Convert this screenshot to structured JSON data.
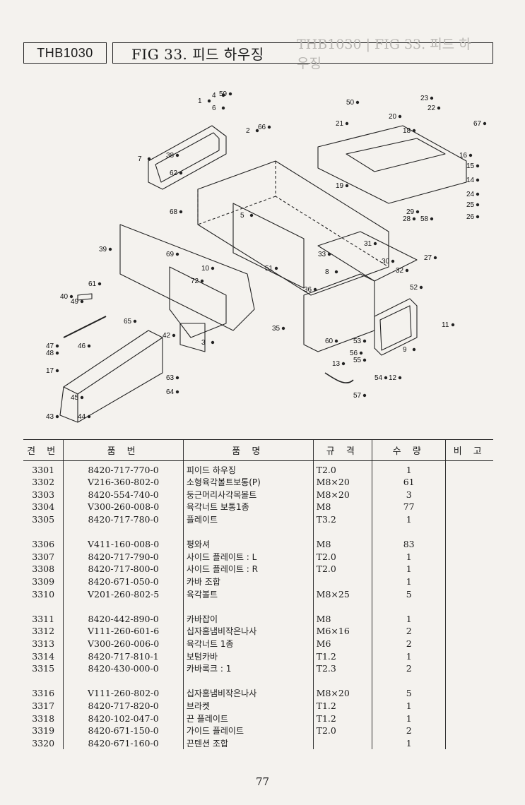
{
  "header": {
    "model": "THB1030",
    "title": "FIG 33. 피드 하우징",
    "ghost_title": "THB1030 | FIG 33. 피드 하우징"
  },
  "diagram": {
    "callouts": [
      "1",
      "2",
      "3",
      "4",
      "5",
      "6",
      "7",
      "8",
      "9",
      "10",
      "11",
      "12",
      "13",
      "14",
      "15",
      "16",
      "17",
      "18",
      "19",
      "20",
      "21",
      "22",
      "23",
      "24",
      "25",
      "26",
      "27",
      "28",
      "29",
      "30",
      "31",
      "32",
      "33",
      "35",
      "36",
      "38",
      "39",
      "40",
      "42",
      "43",
      "44",
      "45",
      "46",
      "47",
      "48",
      "49",
      "50",
      "51",
      "52",
      "53",
      "54",
      "55",
      "56",
      "57",
      "58",
      "59",
      "60",
      "61",
      "62",
      "63",
      "64",
      "65",
      "66",
      "67",
      "68",
      "69",
      "72"
    ]
  },
  "table": {
    "headers": {
      "no": "견 번",
      "part_no": "품 번",
      "name": "품 명",
      "spec": "규 격",
      "qty": "수 량",
      "remarks": "비 고"
    },
    "groups": [
      [
        {
          "no": "3301",
          "part_no": "8420-717-770-0",
          "name": "피이드 하우징",
          "spec": "T2.0",
          "qty": "1"
        },
        {
          "no": "3302",
          "part_no": "V216-360-802-0",
          "name": "소형육각볼트보통(P)",
          "spec": "M8×20",
          "qty": "61"
        },
        {
          "no": "3303",
          "part_no": "8420-554-740-0",
          "name": "둥근머리사각목볼트",
          "spec": "M8×20",
          "qty": "3"
        },
        {
          "no": "3304",
          "part_no": "V300-260-008-0",
          "name": "육각너트 보통1종",
          "spec": "M8",
          "qty": "77"
        },
        {
          "no": "3305",
          "part_no": "8420-717-780-0",
          "name": "플레이트",
          "spec": "T3.2",
          "qty": "1"
        }
      ],
      [
        {
          "no": "3306",
          "part_no": "V411-160-008-0",
          "name": "평와셔",
          "spec": "M8",
          "qty": "83"
        },
        {
          "no": "3307",
          "part_no": "8420-717-790-0",
          "name": "사이드 플레이트 : L",
          "spec": "T2.0",
          "qty": "1"
        },
        {
          "no": "3308",
          "part_no": "8420-717-800-0",
          "name": "사이드 플레이트 : R",
          "spec": "T2.0",
          "qty": "1"
        },
        {
          "no": "3309",
          "part_no": "8420-671-050-0",
          "name": "카바 조합",
          "spec": "",
          "qty": "1"
        },
        {
          "no": "3310",
          "part_no": "V201-260-802-5",
          "name": "육각볼트",
          "spec": "M8×25",
          "qty": "5"
        }
      ],
      [
        {
          "no": "3311",
          "part_no": "8420-442-890-0",
          "name": "카바잡이",
          "spec": "M8",
          "qty": "1"
        },
        {
          "no": "3312",
          "part_no": "V111-260-601-6",
          "name": "십자홈냄비작은나사",
          "spec": "M6×16",
          "qty": "2"
        },
        {
          "no": "3313",
          "part_no": "V300-260-006-0",
          "name": "육각너트 1종",
          "spec": "M6",
          "qty": "2"
        },
        {
          "no": "3314",
          "part_no": "8420-717-810-1",
          "name": "보텀카바",
          "spec": "T1.2",
          "qty": "1"
        },
        {
          "no": "3315",
          "part_no": "8420-430-000-0",
          "name": "카바록크 : 1",
          "spec": "T2.3",
          "qty": "2"
        }
      ],
      [
        {
          "no": "3316",
          "part_no": "V111-260-802-0",
          "name": "십자홈냄비작은나사",
          "spec": "M8×20",
          "qty": "5"
        },
        {
          "no": "3317",
          "part_no": "8420-717-820-0",
          "name": "브라켓",
          "spec": "T1.2",
          "qty": "1"
        },
        {
          "no": "3318",
          "part_no": "8420-102-047-0",
          "name": "끈 플레이트",
          "spec": "T1.2",
          "qty": "1"
        },
        {
          "no": "3319",
          "part_no": "8420-671-150-0",
          "name": "가이드 플레이트",
          "spec": "T2.0",
          "qty": "2"
        },
        {
          "no": "3320",
          "part_no": "8420-671-160-0",
          "name": "끈텐션 조합",
          "spec": "",
          "qty": "1"
        }
      ]
    ]
  },
  "page_number": "77"
}
